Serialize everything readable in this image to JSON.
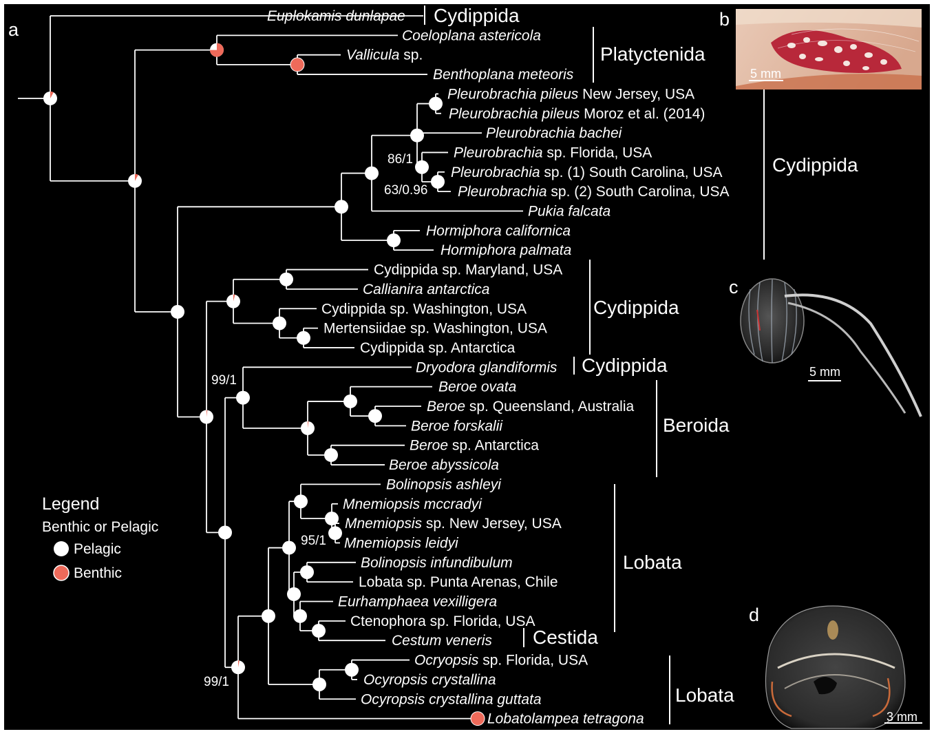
{
  "colors": {
    "background": "#000000",
    "branch": "#ffffff",
    "pelagic": "#ffffff",
    "benthic": "#ee6a5a"
  },
  "panels": {
    "a": "a",
    "b": "b",
    "c": "c",
    "d": "d"
  },
  "taxa": [
    {
      "it": "Euplokamis dunlapae",
      "rest": ""
    },
    {
      "it": "Coeloplana astericola",
      "rest": ""
    },
    {
      "it": "Vallicula",
      "rest": " sp."
    },
    {
      "it": "Benthoplana meteoris",
      "rest": ""
    },
    {
      "it": "Pleurobrachia pileus",
      "rest": " New Jersey, USA"
    },
    {
      "it": "Pleurobrachia pileus",
      "rest": "  Moroz et al. (2014)"
    },
    {
      "it": "Pleurobrachia bachei",
      "rest": ""
    },
    {
      "it": "Pleurobrachia",
      "rest": " sp. Florida, USA"
    },
    {
      "it": "Pleurobrachia",
      "rest": " sp. (1) South Carolina, USA"
    },
    {
      "it": "Pleurobrachia",
      "rest": " sp. (2) South Carolina, USA"
    },
    {
      "it": "Pukia falcata",
      "rest": ""
    },
    {
      "it": "Hormiphora californica",
      "rest": ""
    },
    {
      "it": "Hormiphora palmata",
      "rest": ""
    },
    {
      "it": "",
      "rest": "Cydippida sp. Maryland, USA"
    },
    {
      "it": "Callianira antarctica",
      "rest": ""
    },
    {
      "it": "",
      "rest": "Cydippida sp. Washington, USA"
    },
    {
      "it": "",
      "rest": "Mertensiidae sp. Washington, USA"
    },
    {
      "it": "",
      "rest": "Cydippida sp. Antarctica"
    },
    {
      "it": "Dryodora glandiformis",
      "rest": ""
    },
    {
      "it": "Beroe ovata",
      "rest": ""
    },
    {
      "it": "Beroe",
      "rest": " sp. Queensland, Australia"
    },
    {
      "it": "Beroe forskalii",
      "rest": ""
    },
    {
      "it": "Beroe",
      "rest": " sp. Antarctica"
    },
    {
      "it": "Beroe abyssicola",
      "rest": ""
    },
    {
      "it": "Bolinopsis ashleyi",
      "rest": ""
    },
    {
      "it": "Mnemiopsis mccradyi",
      "rest": ""
    },
    {
      "it": "Mnemiopsis",
      "rest": " sp. New Jersey, USA"
    },
    {
      "it": "Mnemiopsis leidyi",
      "rest": ""
    },
    {
      "it": "Bolinopsis infundibulum",
      "rest": ""
    },
    {
      "it": "",
      "rest": "Lobata sp. Punta Arenas, Chile"
    },
    {
      "it": "Eurhamphaea vexilligera",
      "rest": ""
    },
    {
      "it": "",
      "rest": "Ctenophora sp. Florida, USA"
    },
    {
      "it": "Cestum veneris",
      "rest": ""
    },
    {
      "it": "Ocryopsis",
      "rest": " sp. Florida, USA"
    },
    {
      "it": "Ocyropsis crystallina",
      "rest": ""
    },
    {
      "it": "Ocyropsis crystallina guttata",
      "rest": ""
    },
    {
      "it": "Lobatolampea tetragona",
      "rest": ""
    }
  ],
  "clades": {
    "cydippida_top": "Cydippida",
    "platyctenida": "Platyctenida",
    "cydippida_pleuro": "Cydippida",
    "cydippida_mid": "Cydippida",
    "cydippida_dryodora": "Cydippida",
    "beroida": "Beroida",
    "lobata_main": "Lobata",
    "cestida": "Cestida",
    "lobata_bottom": "Lobata"
  },
  "support": {
    "s1": "86/1",
    "s2": "63/0.96",
    "s3": "99/1",
    "s4": "95/1",
    "s5": "99/1"
  },
  "legend": {
    "title": "Legend",
    "subtitle": "Benthic or Pelagic",
    "pelagic": "Pelagic",
    "benthic": "Benthic"
  },
  "scalebars": {
    "b": "5 mm",
    "c": "5 mm",
    "d": "3 mm"
  }
}
